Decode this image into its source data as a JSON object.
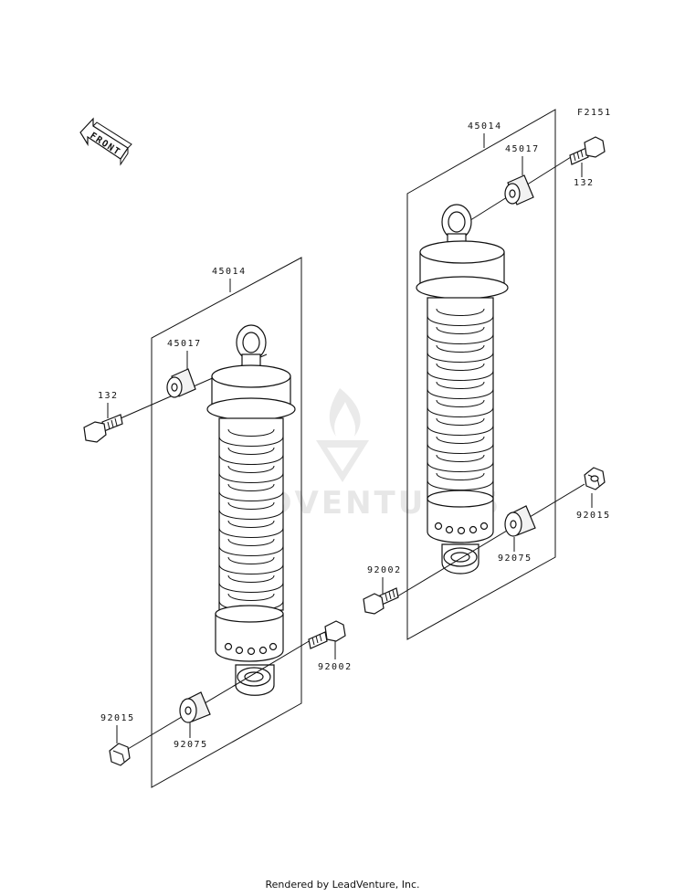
{
  "figure_code": "F2151",
  "front_arrow_label": "FRONT",
  "watermark": "ADVENTURES",
  "footer": "Rendered by LeadVenture, Inc.",
  "left_assembly": {
    "shock_label": "45014",
    "bushing_top_label": "45017",
    "bolt_top_label": "132",
    "bolt_bottom_label": "92002",
    "nut_label": "92015",
    "bushing_bottom_label": "92075"
  },
  "right_assembly": {
    "shock_label": "45014",
    "bushing_top_label": "45017",
    "bolt_top_label": "132",
    "bolt_bottom_label": "92002",
    "nut_label": "92015",
    "bushing_bottom_label": "92075"
  }
}
